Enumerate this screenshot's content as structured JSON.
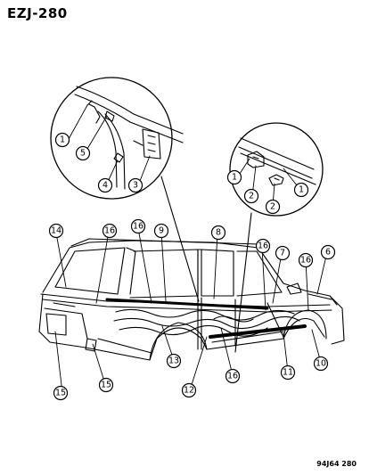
{
  "diagram_code": "EZJ-280",
  "reference_code": "94J64 280",
  "callouts": {
    "c1a": "1",
    "c5": "5",
    "c4": "4",
    "c3": "3",
    "c1b": "1",
    "c2a": "2",
    "c1c": "1",
    "c2b": "2",
    "c14": "14",
    "c16a": "16",
    "c16b": "16",
    "c9": "9",
    "c8": "8",
    "c16c": "16",
    "c7": "7",
    "c16d": "16",
    "c6": "6",
    "c15a": "15",
    "c15b": "15",
    "c13": "13",
    "c12": "12",
    "c16e": "16",
    "c11": "11",
    "c10": "10"
  }
}
